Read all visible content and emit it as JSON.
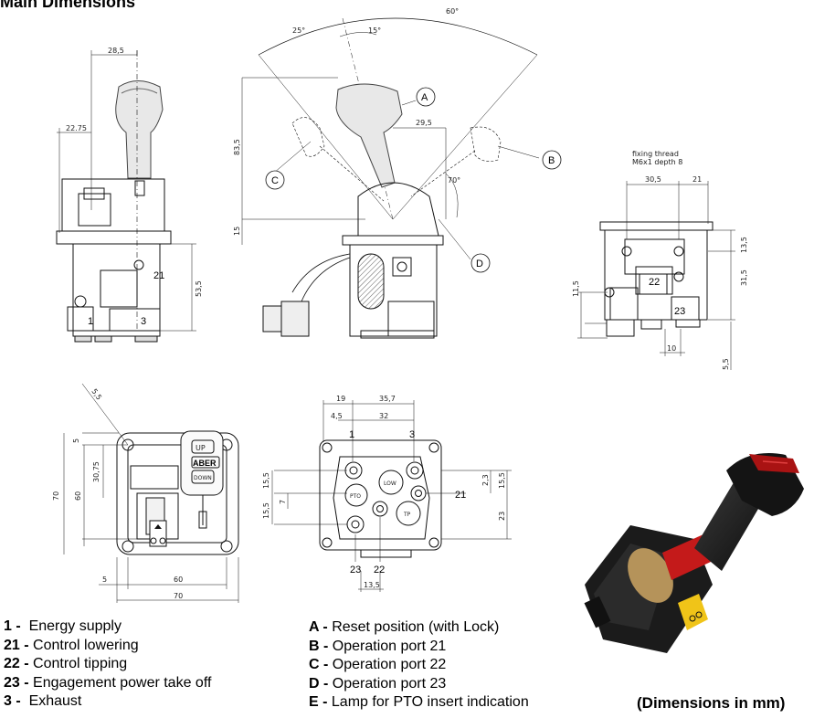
{
  "page_title": "Main Dimensions",
  "units_note": "(Dimensions in mm)",
  "legend_ports": [
    {
      "key": "1 -",
      "text": "Energy supply"
    },
    {
      "key": "21 -",
      "text": "Control lowering"
    },
    {
      "key": "22 -",
      "text": "Control tipping"
    },
    {
      "key": "23 -",
      "text": "Engagement power take off"
    },
    {
      "key": "3 -",
      "text": "Exhaust"
    }
  ],
  "legend_letters": [
    {
      "key": "A -",
      "text": "Reset position (with Lock)"
    },
    {
      "key": "B -",
      "text": "Operation port 21"
    },
    {
      "key": "C -",
      "text": "Operation port 22"
    },
    {
      "key": "D -",
      "text": "Operation port 23"
    },
    {
      "key": "E -",
      "text": "Lamp for PTO insert indication"
    }
  ],
  "side_view": {
    "d_top": "28,5",
    "d_left": "22.75",
    "d_height": "53,5",
    "port_21": "21",
    "port_1": "1",
    "port_3": "3"
  },
  "swing_view": {
    "a_60": "60°",
    "a_25": "25°",
    "a_15": "15°",
    "d_29": "29,5",
    "a_70": "70°",
    "d_83": "83,5",
    "d_15": "15",
    "A": "A",
    "B": "B",
    "C": "C",
    "D": "D"
  },
  "rear_view": {
    "thread_1": "fixing thread",
    "thread_2": "M6x1  depth 8",
    "d_30": "30,5",
    "d_21": "21",
    "d_13": "13,5",
    "d_31": "31,5",
    "d_11": "11,5",
    "d_5": "5,5",
    "d_10": "10",
    "port_22": "22",
    "port_23": "23"
  },
  "top_view": {
    "d_5_5": "5,5",
    "d_5": "5",
    "d_30_75": "30,75",
    "d_60v": "60",
    "d_70v": "70",
    "d_5h": "5",
    "d_60h": "60",
    "d_70h": "70",
    "btn_up": "UP",
    "btn_brand": "ABER",
    "btn_down": "DOWN"
  },
  "bottom_view": {
    "d_19": "19",
    "d_35": "35,7",
    "d_4": "4,5",
    "d_32": "32",
    "p_1": "1",
    "p_3": "3",
    "p_low": "LOW",
    "p_pto": "PTO",
    "p_tp": "TP",
    "d_15a": "15,5",
    "d_7": "7",
    "d_15b": "15,5",
    "d_2": "2,3",
    "d_15c": "15,5",
    "p_21": "21",
    "d_23": "23",
    "p_23": "23",
    "p_22": "22",
    "d_13": "13,5"
  }
}
